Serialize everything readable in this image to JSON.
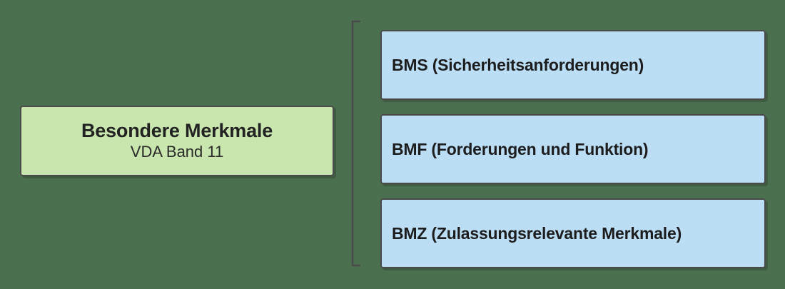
{
  "diagram": {
    "background_color": "#4a7050",
    "root": {
      "title": "Besondere Merkmale",
      "subtitle": "VDA Band 11",
      "fill_color": "#c8e6ad",
      "border_color": "#4a4a4a"
    },
    "connector": {
      "kind": "bracket-icon",
      "color": "#4a4a4a"
    },
    "branches": [
      {
        "label": "BMS (Sicherheitsanforderungen)",
        "fill_color": "#bcdef5",
        "border_color": "#4a4a4a"
      },
      {
        "label": "BMF (Forderungen und Funktion)",
        "fill_color": "#bcdef5",
        "border_color": "#4a4a4a"
      },
      {
        "label": "BMZ (Zulassungsrelevante Merkmale)",
        "fill_color": "#bcdef5",
        "border_color": "#4a4a4a"
      }
    ]
  }
}
